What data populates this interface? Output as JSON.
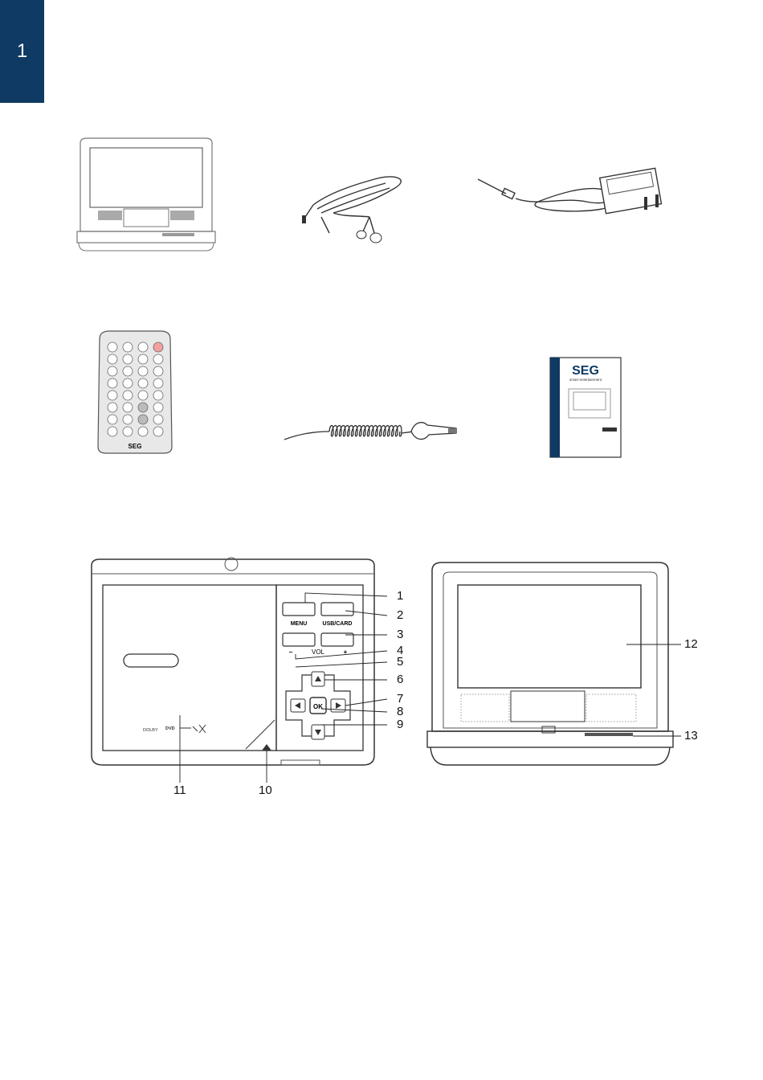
{
  "page": {
    "chapter_number": "1"
  },
  "manual_cover": {
    "brand": "SEG",
    "tagline": "smart entertainment"
  },
  "remote": {
    "brand_mark": "SEG"
  },
  "player_top": {
    "button_menu": "MENU",
    "button_usb_card": "USB/CARD",
    "vol_label": "VOL",
    "vol_minus": "−",
    "vol_plus": "+",
    "ok_label": "OK",
    "logo_dolby": "DOLBY",
    "logo_dvd": "DVD"
  },
  "callouts": {
    "c1": "1",
    "c2": "2",
    "c3": "3",
    "c4": "4",
    "c5": "5",
    "c6": "6",
    "c7": "7",
    "c8": "8",
    "c9": "9",
    "c10": "10",
    "c11": "11",
    "c12": "12",
    "c13": "13"
  },
  "colors": {
    "accent": "#0e3a63",
    "line": "#333333",
    "light_line": "#888888"
  }
}
